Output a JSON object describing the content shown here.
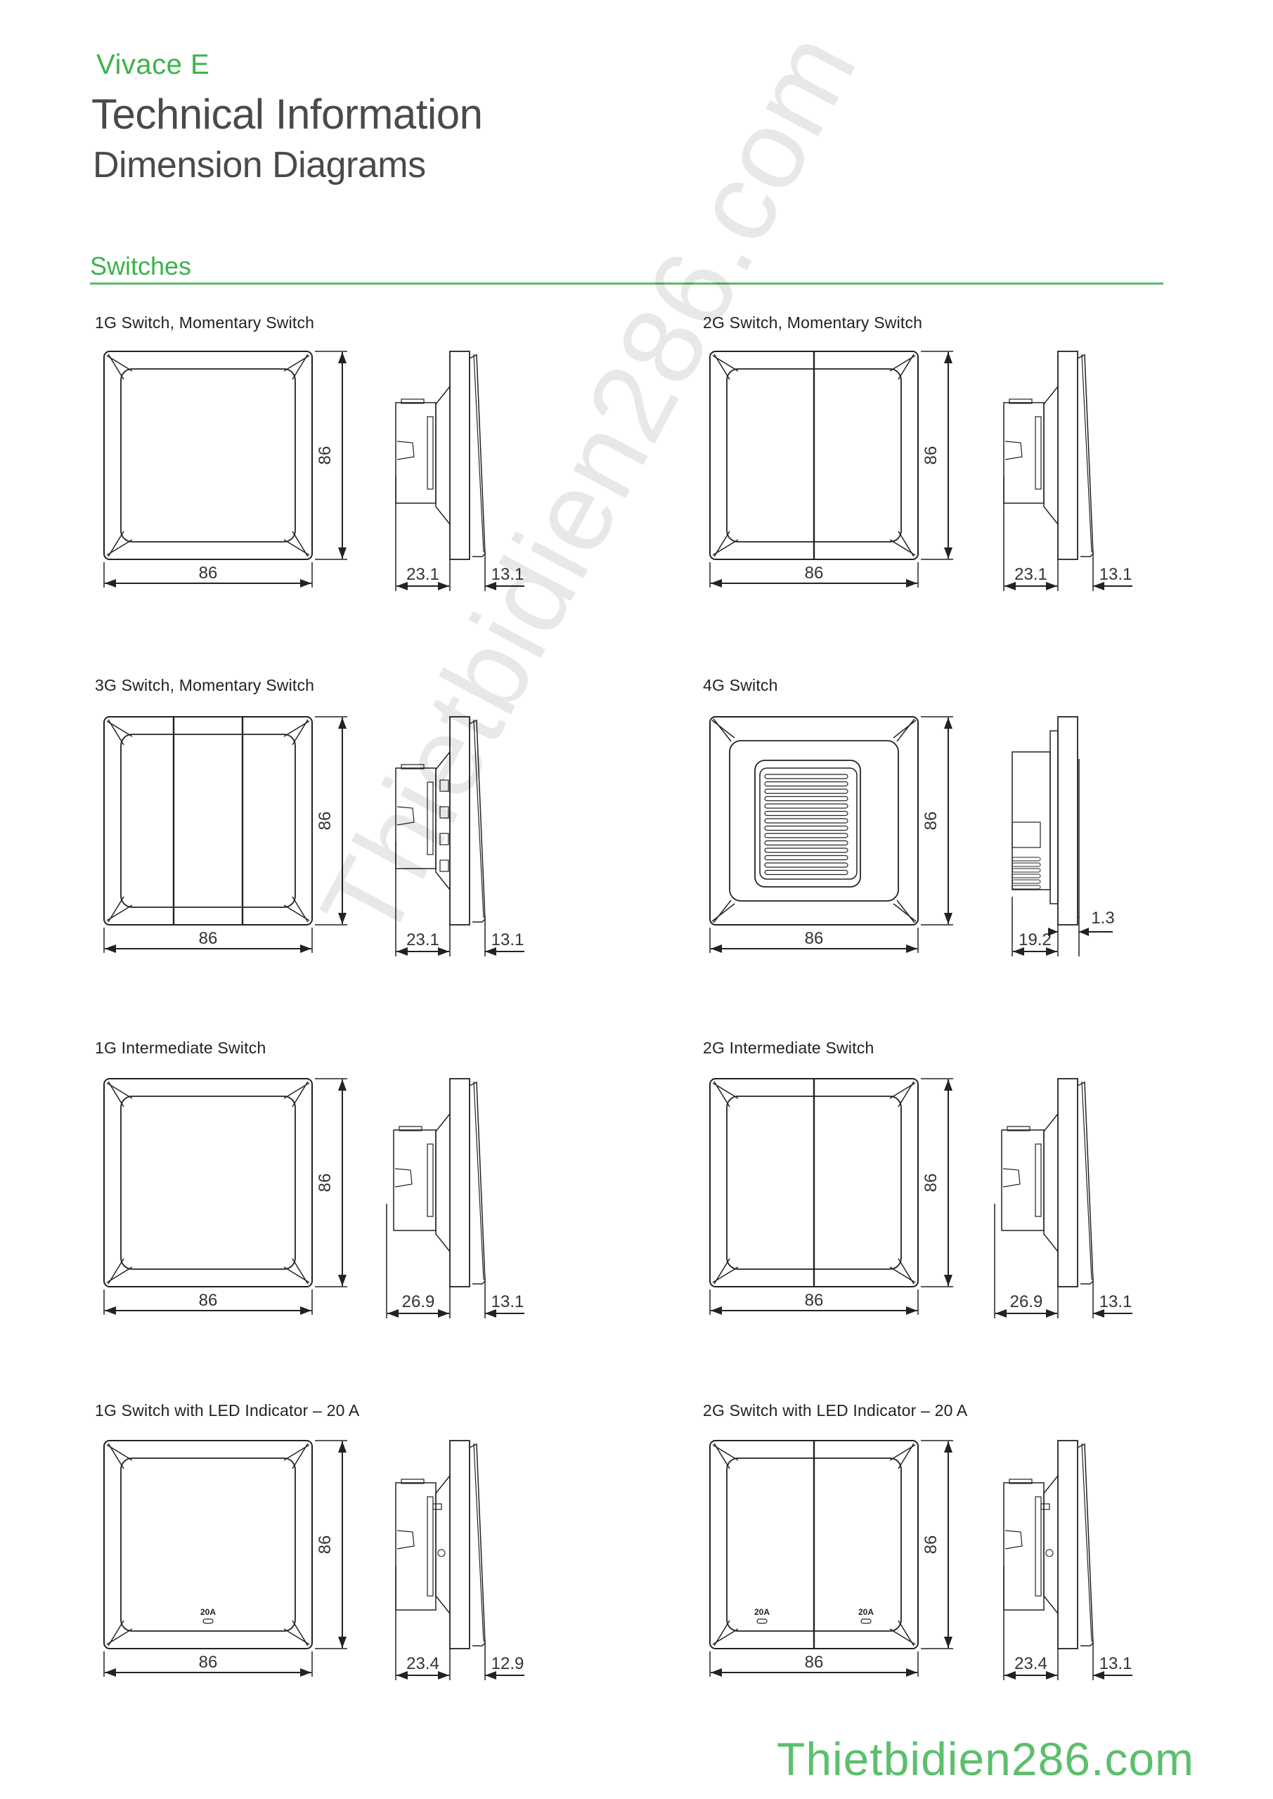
{
  "header": {
    "brand": "Vivace E",
    "title": "Technical Information",
    "subtitle": "Dimension Diagrams"
  },
  "section": {
    "title": "Switches",
    "accent_color": "#3cb34a"
  },
  "items": [
    {
      "title": "1G Switch, Momentary Switch",
      "gangs": 1,
      "front_width": "86",
      "front_height": "86",
      "depth_back": "23.1",
      "depth_front": "13.1",
      "led": false
    },
    {
      "title": "2G Switch, Momentary Switch",
      "gangs": 2,
      "front_width": "86",
      "front_height": "86",
      "depth_back": "23.1",
      "depth_front": "13.1",
      "led": false
    },
    {
      "title": "3G Switch, Momentary Switch",
      "gangs": 3,
      "front_width": "86",
      "front_height": "86",
      "depth_back": "23.1",
      "depth_front": "13.1",
      "led": false
    },
    {
      "title": "4G Switch",
      "gangs": 4,
      "front_width": "86",
      "front_height": "86",
      "depth_back": "19.2",
      "depth_front": "1.3",
      "led": false
    },
    {
      "title": "1G Intermediate Switch",
      "gangs": 1,
      "front_width": "86",
      "front_height": "86",
      "depth_back": "26.9",
      "depth_front": "13.1",
      "led": false
    },
    {
      "title": "2G Intermediate Switch",
      "gangs": 2,
      "front_width": "86",
      "front_height": "86",
      "depth_back": "26.9",
      "depth_front": "13.1",
      "led": false
    },
    {
      "title": "1G Switch with LED Indicator – 20 A",
      "gangs": 1,
      "front_width": "86",
      "front_height": "86",
      "depth_back": "23.4",
      "depth_front": "12.9",
      "led": true,
      "led_label": "20A"
    },
    {
      "title": "2G Switch with LED Indicator – 20 A",
      "gangs": 2,
      "front_width": "86",
      "front_height": "86",
      "depth_back": "23.4",
      "depth_front": "13.1",
      "led": true,
      "led_label": "20A"
    }
  ],
  "watermark": {
    "diagonal": "Thietbidien286.com",
    "footer": "Thietbidien286.com",
    "footer_color": "#5cbf6c"
  }
}
